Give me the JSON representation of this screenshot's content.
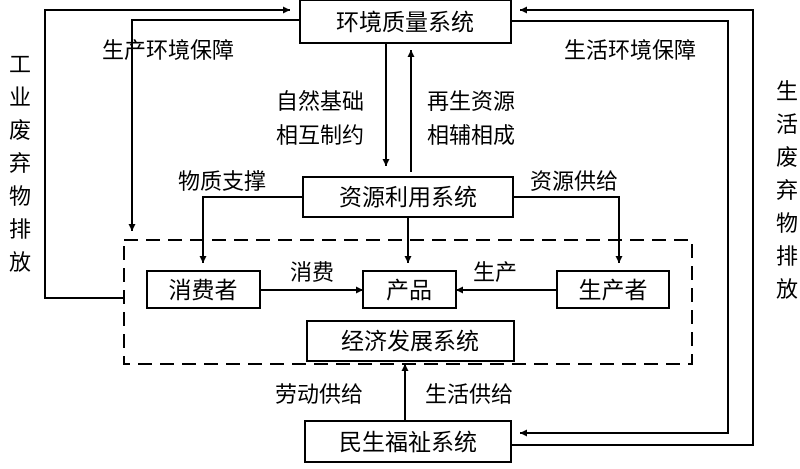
{
  "nodes": {
    "env": "环境质量系统",
    "resource": "资源利用系统",
    "consumer": "消费者",
    "product": "产品",
    "producer": "生产者",
    "economy": "经济发展系统",
    "welfare": "民生福祉系统"
  },
  "edges": {
    "production_env": "生产环境保障",
    "living_env": "生活环境保障",
    "industrial_waste": "工业废弃物排放",
    "living_waste": "生活废弃物排放",
    "natural_base_1": "自然基础",
    "natural_base_2": "相互制约",
    "renewable_1": "再生资源",
    "renewable_2": "相辅相成",
    "material_support": "物质支撑",
    "resource_supply": "资源供给",
    "consume": "消费",
    "produce": "生产",
    "labor_supply": "劳动供给",
    "living_supply": "生活供给"
  }
}
